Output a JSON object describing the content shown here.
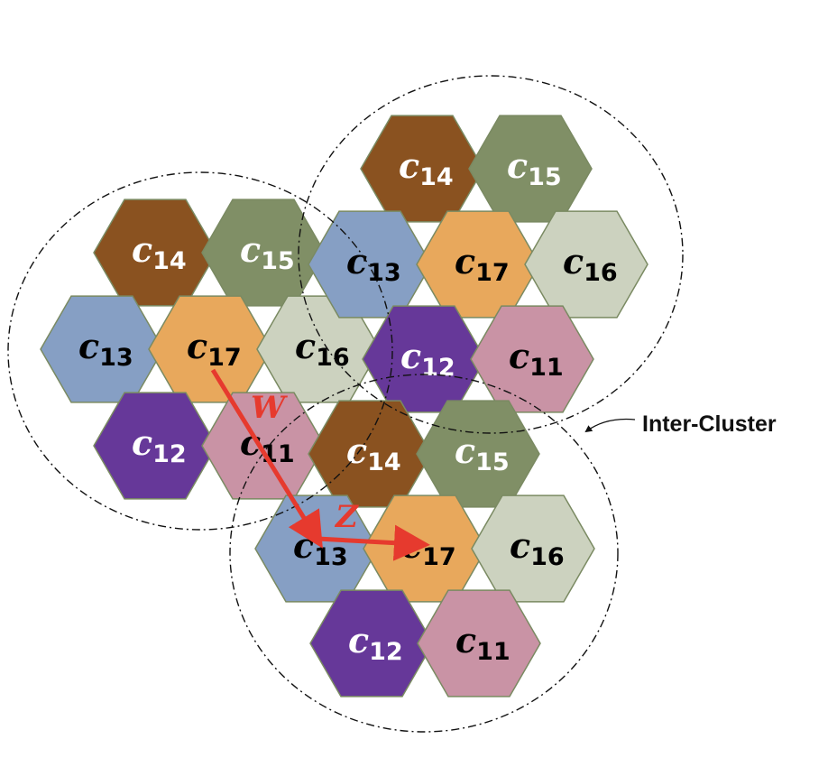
{
  "colors": {
    "c11": "#c993a5",
    "c12": "#663899",
    "c13": "#869fc4",
    "c14": "#8a5220",
    "c15": "#808f66",
    "c16": "#ccd2bf",
    "c17": "#e8a85c",
    "arrow": "#e63a2e"
  },
  "clusters": [
    {
      "name": "left-cluster",
      "cells": [
        {
          "label": "c",
          "sub": "14"
        },
        {
          "label": "c",
          "sub": "15"
        },
        {
          "label": "c",
          "sub": "13"
        },
        {
          "label": "c",
          "sub": "17"
        },
        {
          "label": "c",
          "sub": "16"
        },
        {
          "label": "c",
          "sub": "12"
        },
        {
          "label": "c",
          "sub": "11"
        }
      ]
    },
    {
      "name": "top-cluster",
      "cells": [
        {
          "label": "c",
          "sub": "14"
        },
        {
          "label": "c",
          "sub": "15"
        },
        {
          "label": "c",
          "sub": "13"
        },
        {
          "label": "c",
          "sub": "17"
        },
        {
          "label": "c",
          "sub": "16"
        },
        {
          "label": "c",
          "sub": "12"
        },
        {
          "label": "c",
          "sub": "11"
        }
      ]
    },
    {
      "name": "bottom-cluster",
      "cells": [
        {
          "label": "c",
          "sub": "14"
        },
        {
          "label": "c",
          "sub": "15"
        },
        {
          "label": "c",
          "sub": "13"
        },
        {
          "label": "c",
          "sub": "17"
        },
        {
          "label": "c",
          "sub": "16"
        },
        {
          "label": "c",
          "sub": "12"
        },
        {
          "label": "c",
          "sub": "11"
        }
      ]
    }
  ],
  "arrows": [
    {
      "label": "W"
    },
    {
      "label": "Z"
    }
  ],
  "legend": {
    "text": "Inter-Cluster"
  }
}
